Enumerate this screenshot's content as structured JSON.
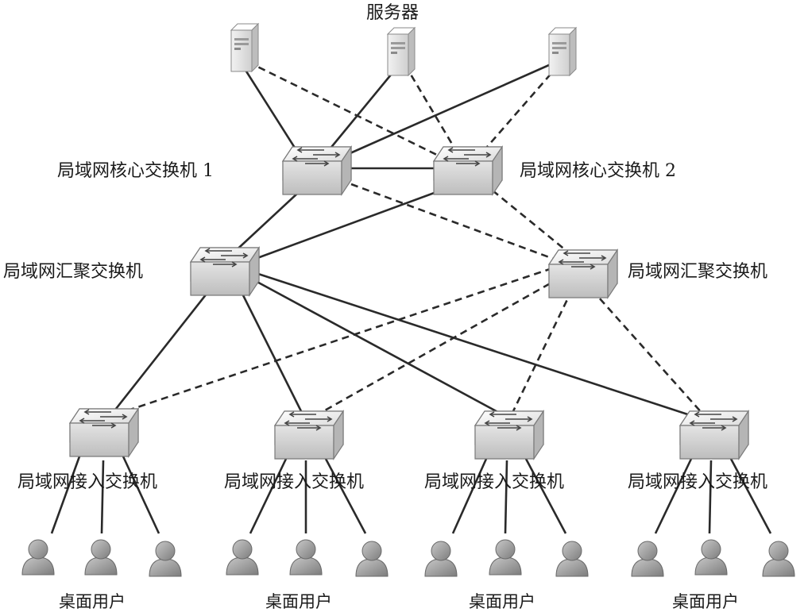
{
  "labels": {
    "server": "服务器",
    "core1": "局域网核心交换机 1",
    "core2": "局域网核心交换机 2",
    "agg_left": "局域网汇聚交换机",
    "agg_right": "局域网汇聚交换机",
    "access": [
      "局域网接入交换机",
      "局域网接入交换机",
      "局域网接入交换机",
      "局域网接入交换机"
    ],
    "users": [
      "桌面用户",
      "桌面用户",
      "桌面用户",
      "桌面用户"
    ]
  },
  "icons": {
    "server": "server-icon",
    "switch": "switch-icon",
    "user": "user-icon"
  },
  "colors": {
    "line": "#2a2a2a",
    "device": "#d9d9d9",
    "user": "#9a9a9a"
  }
}
